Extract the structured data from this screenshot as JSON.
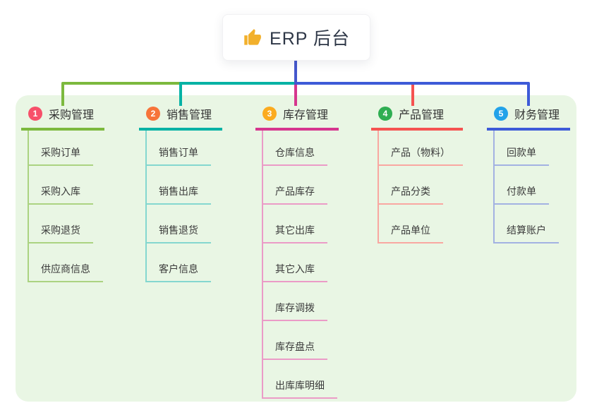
{
  "root": {
    "label": "ERP 后台",
    "icon": "thumbs-up-icon",
    "icon_color": "#f2b02c",
    "connector_color": "#4457cd"
  },
  "panel_color": "#e9f6e4",
  "branches": [
    {
      "index": "1",
      "label": "采购管理",
      "color": "#7cb93e",
      "light_color": "#abd381",
      "badge_color": "#f7506a",
      "children": [
        "采购订单",
        "采购入库",
        "采购退货",
        "供应商信息"
      ]
    },
    {
      "index": "2",
      "label": "销售管理",
      "color": "#05b2a5",
      "light_color": "#84d7cf",
      "badge_color": "#f7743a",
      "children": [
        "销售订单",
        "销售出库",
        "销售退货",
        "客户信息"
      ]
    },
    {
      "index": "3",
      "label": "库存管理",
      "color": "#d6368e",
      "light_color": "#eb9bc7",
      "badge_color": "#fbab1f",
      "children": [
        "仓库信息",
        "产品库存",
        "其它出库",
        "其它入库",
        "库存调拨",
        "库存盘点",
        "出库库明细"
      ]
    },
    {
      "index": "4",
      "label": "产品管理",
      "color": "#f55351",
      "light_color": "#f9a7a1",
      "badge_color": "#2fae52",
      "children": [
        "产品（物料）",
        "产品分类",
        "产品单位"
      ]
    },
    {
      "index": "5",
      "label": "财务管理",
      "color": "#3e5bd8",
      "light_color": "#a3b2e2",
      "badge_color": "#22a2e9",
      "children": [
        "回款单",
        "付款单",
        "结算账户"
      ]
    }
  ]
}
